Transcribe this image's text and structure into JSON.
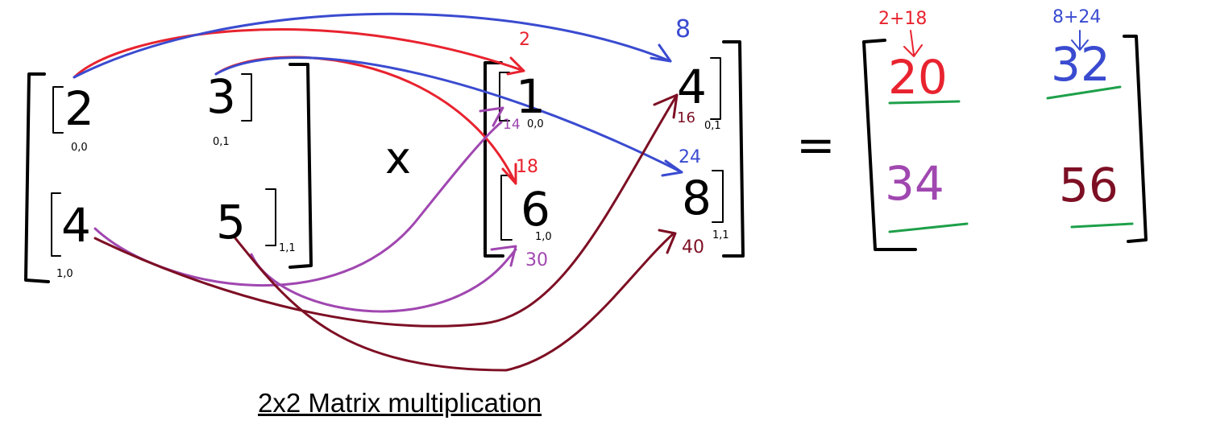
{
  "title": "2x2 Matrix multiplication",
  "colors": {
    "ink": "#000000",
    "red": "#e8232f",
    "blue": "#3a4bd0",
    "purple": "#a047b0",
    "maroon": "#7d0f24",
    "green": "#1ea04a"
  },
  "matrix_a": {
    "cells": [
      {
        "value": "2",
        "index": "0,0"
      },
      {
        "value": "3",
        "index": "0,1"
      },
      {
        "value": "4",
        "index": "1,0"
      },
      {
        "value": "5",
        "index": "1,1"
      }
    ]
  },
  "operator": "x",
  "matrix_b": {
    "cells": [
      {
        "value": "1",
        "index": "0,0"
      },
      {
        "value": "4",
        "index": "0,1"
      },
      {
        "value": "6",
        "index": "1,0"
      },
      {
        "value": "8",
        "index": "1,1"
      }
    ]
  },
  "products": {
    "r0c0_a": "2",
    "r0c0_b": "18",
    "r0c1_a": "8",
    "r0c1_b": "24",
    "r1c0_a": "14",
    "r1c0_b": "30",
    "r1c1_a": "16",
    "r1c1_b": "40"
  },
  "equals": "=",
  "result": {
    "cells": [
      {
        "value": "20",
        "sum": "2+18"
      },
      {
        "value": "32",
        "sum": "8+24"
      },
      {
        "value": "34"
      },
      {
        "value": "56"
      }
    ]
  }
}
